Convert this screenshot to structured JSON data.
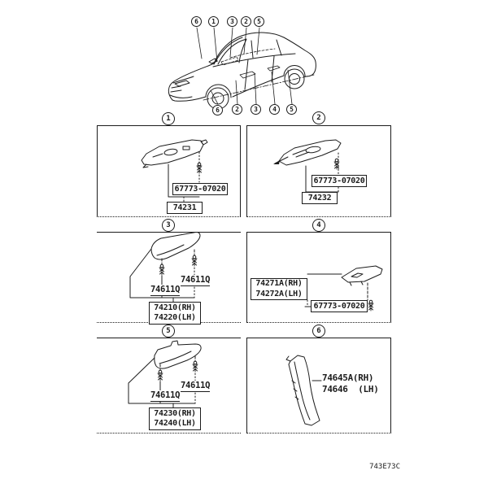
{
  "page": {
    "background": "#ffffff",
    "ink": "#1c1c1c",
    "diagram_code": "743E73C"
  },
  "car": {
    "callouts_top": [
      "6",
      "1",
      "3",
      "2",
      "5"
    ],
    "callouts_bottom": [
      "6",
      "2",
      "3",
      "4",
      "5"
    ]
  },
  "panels": [
    {
      "tag": "1",
      "fastener": "67773-07020",
      "part": "74231"
    },
    {
      "tag": "2",
      "fastener": "67773-07020",
      "part": "74232"
    },
    {
      "tag": "3",
      "clip_left": "74611Q",
      "clip_right": "74611Q",
      "part_rh": "74210(RH)",
      "part_lh": "74220(LH)"
    },
    {
      "tag": "4",
      "part_rh": "74271A(RH)",
      "part_lh": "74272A(LH)",
      "fastener": "67773-07020"
    },
    {
      "tag": "5",
      "clip_left": "74611Q",
      "clip_right": "74611Q",
      "part_rh": "74230(RH)",
      "part_lh": "74240(LH)"
    },
    {
      "tag": "6",
      "part_rh": "74645A(RH)",
      "part_lh": "74646  (LH)"
    }
  ]
}
